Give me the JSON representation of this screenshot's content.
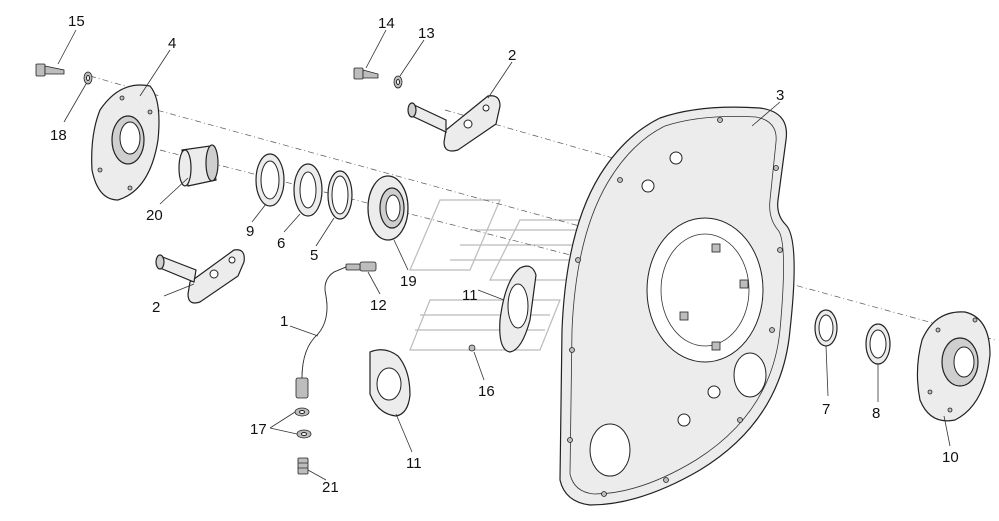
{
  "callouts": [
    {
      "id": "c15",
      "text": "15"
    },
    {
      "id": "c4",
      "text": "4"
    },
    {
      "id": "c18",
      "text": "18"
    },
    {
      "id": "c20",
      "text": "20"
    },
    {
      "id": "c14",
      "text": "14"
    },
    {
      "id": "c13",
      "text": "13"
    },
    {
      "id": "c2a",
      "text": "2"
    },
    {
      "id": "c3",
      "text": "3"
    },
    {
      "id": "c9",
      "text": "9"
    },
    {
      "id": "c6",
      "text": "6"
    },
    {
      "id": "c5",
      "text": "5"
    },
    {
      "id": "c19",
      "text": "19"
    },
    {
      "id": "c12",
      "text": "12"
    },
    {
      "id": "c11a",
      "text": "11"
    },
    {
      "id": "c2b",
      "text": "2"
    },
    {
      "id": "c1",
      "text": "1"
    },
    {
      "id": "c16",
      "text": "16"
    },
    {
      "id": "c17",
      "text": "17"
    },
    {
      "id": "c11b",
      "text": "11"
    },
    {
      "id": "c21",
      "text": "21"
    },
    {
      "id": "c7",
      "text": "7"
    },
    {
      "id": "c8",
      "text": "8"
    },
    {
      "id": "c10",
      "text": "10"
    }
  ]
}
